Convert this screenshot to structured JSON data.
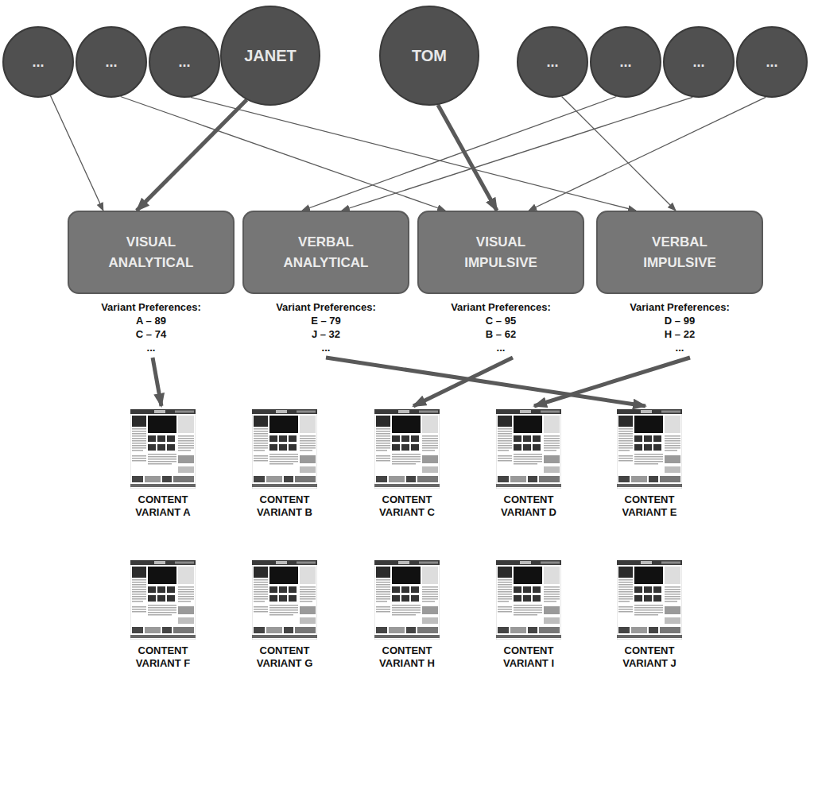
{
  "diagram": {
    "nodes": [
      {
        "text": [
          "..."
        ]
      },
      {
        "text": [
          "..."
        ]
      },
      {
        "text": [
          "..."
        ]
      },
      {
        "text": [
          "JANET"
        ]
      },
      {
        "text": [
          "TOM"
        ]
      },
      {
        "text": [
          "..."
        ]
      },
      {
        "text": [
          "..."
        ]
      },
      {
        "text": [
          "..."
        ]
      },
      {
        "text": [
          "..."
        ]
      },
      {
        "text": [
          "VISUAL ANALYTICAL"
        ]
      },
      {
        "text": [
          "VERBAL ANALYTICAL"
        ]
      },
      {
        "text": [
          "VISUAL IMPULSIVE"
        ]
      },
      {
        "text": [
          "VERBAL IMPULSIVE"
        ]
      },
      {
        "text": [
          "CONTENT VARIANT A"
        ]
      },
      {
        "text": [
          "CONTENT VARIANT B"
        ]
      },
      {
        "text": [
          "CONTENT VARIANT C"
        ]
      },
      {
        "text": [
          "CONTENT VARIANT D"
        ]
      },
      {
        "text": [
          "CONTENT VARIANT E"
        ]
      },
      {
        "text": [
          "CONTENT VARIANT F"
        ]
      },
      {
        "text": [
          "CONTENT VARIANT G"
        ]
      },
      {
        "text": [
          "CONTENT VARIANT H"
        ]
      },
      {
        "text": [
          "CONTENT VARIANT I"
        ]
      },
      {
        "text": [
          "CONTENT VARIANT J"
        ]
      }
    ],
    "edges": [
      {
        "from": 0,
        "to": 9,
        "arrow": "to"
      },
      {
        "from": 3,
        "to": 9,
        "arrow": "to"
      },
      {
        "from": 1,
        "to": 11,
        "arrow": "to"
      },
      {
        "from": 2,
        "to": 12,
        "arrow": "to"
      },
      {
        "from": 4,
        "to": 11,
        "arrow": "to"
      },
      {
        "from": 5,
        "to": 12,
        "arrow": "to"
      },
      {
        "from": 6,
        "to": 10,
        "arrow": "to"
      },
      {
        "from": 7,
        "to": 10,
        "arrow": "to"
      },
      {
        "from": 8,
        "to": 11,
        "arrow": "to"
      }
    ],
    "labels": [
      "Variant Preferences:",
      "A – 89",
      "C – 74",
      "...",
      "Variant Preferences:",
      "E – 79",
      "J – 32",
      "...",
      "Variant Preferences:",
      "C – 95",
      "B – 62",
      "...",
      "Variant Preferences:",
      "D – 99",
      "H – 22",
      "..."
    ]
  }
}
